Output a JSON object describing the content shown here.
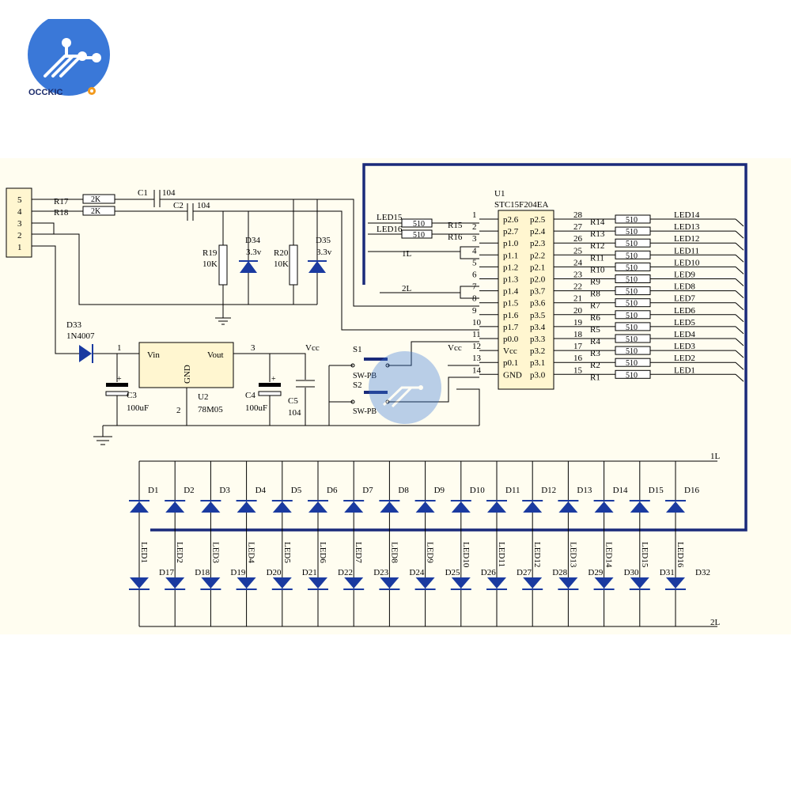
{
  "brand": {
    "name": "OCCKIC",
    "icon": "circuit-logo-icon",
    "accent": "#3a78d8",
    "gear_color": "#f29a1e"
  },
  "colors": {
    "wire": "#000000",
    "bus": "#1a2a7a",
    "diode": "#1a3aa0",
    "background": "#fffdf0"
  },
  "header": {
    "pins": [
      "5",
      "4",
      "3",
      "2",
      "1"
    ]
  },
  "parts": {
    "r17": "R17",
    "r17_value": "2K",
    "r18": "R18",
    "r18_value": "2K",
    "c1": "C1",
    "c1_value": "104",
    "c2": "C2",
    "c2_value": "104",
    "r19": "R19",
    "r19_value": "10K",
    "r20": "R20",
    "r20_value": "10K",
    "d34": "D34",
    "d34_value": "3.3v",
    "d35": "D35",
    "d35_value": "3.3v",
    "d33": "D33",
    "d33_value": "1N4007",
    "c3": "C3",
    "c3_value": "100uF",
    "c4": "C4",
    "c4_value": "100uF",
    "c5": "C5",
    "c5_value": "104",
    "u2": "U2",
    "u2_value": "78M05",
    "u2_vin": "Vin",
    "u2_vout": "Vout",
    "u2_gnd": "GND",
    "u2_pin1": "1",
    "u2_pin2": "2",
    "u2_pin3": "3",
    "vcc": "Vcc",
    "s1": "S1",
    "s2": "S2",
    "sw_value": "SW-PB",
    "net_1l": "1L",
    "net_2l": "2L",
    "led15": "LED15",
    "led16": "LED16",
    "r15": "R15",
    "r16": "R16",
    "r510": "510"
  },
  "mcu": {
    "ref": "U1",
    "part": "STC15F204EA",
    "left": [
      {
        "num": "1",
        "name": "p2.6"
      },
      {
        "num": "2",
        "name": "p2.7"
      },
      {
        "num": "3",
        "name": "p1.0"
      },
      {
        "num": "4",
        "name": "p1.1"
      },
      {
        "num": "5",
        "name": "p1.2"
      },
      {
        "num": "6",
        "name": "p1.3"
      },
      {
        "num": "7",
        "name": "p1.4"
      },
      {
        "num": "8",
        "name": "p1.5"
      },
      {
        "num": "9",
        "name": "p1.6"
      },
      {
        "num": "10",
        "name": "p1.7"
      },
      {
        "num": "11",
        "name": "p0.0"
      },
      {
        "num": "12",
        "name": "Vcc"
      },
      {
        "num": "13",
        "name": "p0.1"
      },
      {
        "num": "14",
        "name": "GND"
      }
    ],
    "right": [
      {
        "num": "28",
        "name": "p2.5",
        "res": "R14",
        "val": "510",
        "led": "LED14"
      },
      {
        "num": "27",
        "name": "p2.4",
        "res": "R13",
        "val": "510",
        "led": "LED13"
      },
      {
        "num": "26",
        "name": "p2.3",
        "res": "R12",
        "val": "510",
        "led": "LED12"
      },
      {
        "num": "25",
        "name": "p2.2",
        "res": "R11",
        "val": "510",
        "led": "LED11"
      },
      {
        "num": "24",
        "name": "p2.1",
        "res": "R10",
        "val": "510",
        "led": "LED10"
      },
      {
        "num": "23",
        "name": "p2.0",
        "res": "R9",
        "val": "510",
        "led": "LED9"
      },
      {
        "num": "22",
        "name": "p3.7",
        "res": "R8",
        "val": "510",
        "led": "LED8"
      },
      {
        "num": "21",
        "name": "p3.6",
        "res": "R7",
        "val": "510",
        "led": "LED7"
      },
      {
        "num": "20",
        "name": "p3.5",
        "res": "R6",
        "val": "510",
        "led": "LED6"
      },
      {
        "num": "19",
        "name": "p3.4",
        "res": "R5",
        "val": "510",
        "led": "LED5"
      },
      {
        "num": "18",
        "name": "p3.3",
        "res": "R4",
        "val": "510",
        "led": "LED4"
      },
      {
        "num": "17",
        "name": "p3.2",
        "res": "R3",
        "val": "510",
        "led": "LED3"
      },
      {
        "num": "16",
        "name": "p3.1",
        "res": "R2",
        "val": "510",
        "led": "LED2"
      },
      {
        "num": "15",
        "name": "p3.0",
        "res": "R1",
        "val": "510",
        "led": "LED1"
      }
    ]
  },
  "led_matrix": {
    "net_top": "1L",
    "net_bottom": "2L",
    "top_diodes": [
      "D1",
      "D2",
      "D3",
      "D4",
      "D5",
      "D6",
      "D7",
      "D8",
      "D9",
      "D10",
      "D11",
      "D12",
      "D13",
      "D14",
      "D15",
      "D16"
    ],
    "bottom_diodes": [
      "D17",
      "D18",
      "D19",
      "D20",
      "D21",
      "D22",
      "D23",
      "D24",
      "D25",
      "D26",
      "D27",
      "D28",
      "D29",
      "D30",
      "D31",
      "D32"
    ],
    "column_labels": [
      "LED1",
      "LED2",
      "LED3",
      "LED4",
      "LED5",
      "LED6",
      "LED7",
      "LED8",
      "LED9",
      "LED10",
      "LED11",
      "LED12",
      "LED13",
      "LED14",
      "LED15",
      "LED16"
    ]
  }
}
